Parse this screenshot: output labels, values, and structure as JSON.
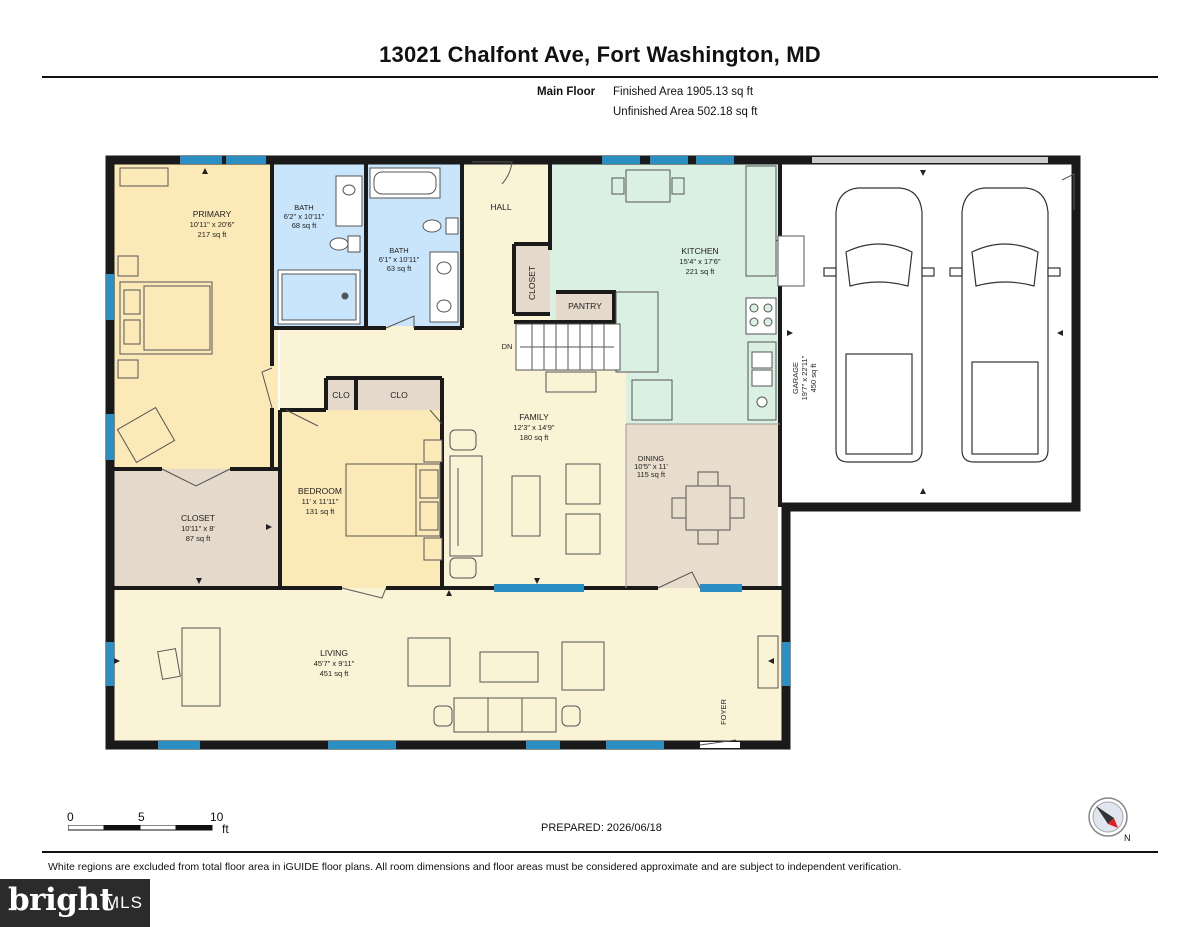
{
  "header": {
    "address": "13021 Chalfont Ave, Fort Washington, MD",
    "floor_label": "Main Floor",
    "finished_area": "Finished Area 1905.13 sq ft",
    "unfinished_area": "Unfinished Area 502.18 sq ft"
  },
  "rooms": {
    "primary": {
      "name": "PRIMARY",
      "dims": "10'11\" x 20'6\"",
      "area": "217 sq ft"
    },
    "bath1": {
      "name": "BATH",
      "dims": "6'2\" x 10'11\"",
      "area": "68 sq ft"
    },
    "bath2": {
      "name": "BATH",
      "dims": "6'1\" x 10'11\"",
      "area": "63 sq ft"
    },
    "hall": {
      "name": "HALL"
    },
    "closet_small": {
      "name": "CLOSET"
    },
    "pantry": {
      "name": "PANTRY"
    },
    "kitchen": {
      "name": "KITCHEN",
      "dims": "15'4\" x 17'6\"",
      "area": "221 sq ft"
    },
    "garage": {
      "name": "GARAGE",
      "dims": "19'7\" x 22'11\"",
      "area": "450 sq ft"
    },
    "dn": {
      "name": "DN"
    },
    "clo1": {
      "name": "CLO"
    },
    "clo2": {
      "name": "CLO"
    },
    "family": {
      "name": "FAMILY",
      "dims": "12'3\" x 14'9\"",
      "area": "180 sq ft"
    },
    "dining": {
      "name": "DINING",
      "dims": "10'5\" x 11'",
      "area": "115 sq ft"
    },
    "bedroom": {
      "name": "BEDROOM",
      "dims": "11' x 11'11\"",
      "area": "131 sq ft"
    },
    "closet": {
      "name": "CLOSET",
      "dims": "10'11\" x 8'",
      "area": "87 sq ft"
    },
    "living": {
      "name": "LIVING",
      "dims": "45'7\" x 9'11\"",
      "area": "451 sq ft"
    },
    "foyer": {
      "name": "FOYER"
    }
  },
  "scale": {
    "ticks": [
      "0",
      "5",
      "10"
    ],
    "unit": "ft"
  },
  "prepared": "PREPARED: 2026/06/18",
  "compass_label": "N",
  "disclaimer": "White regions are excluded from total floor area in iGUIDE floor plans. All room dimensions and floor areas must be considered approximate and are subject to independent verification.",
  "watermark": {
    "main": "bright",
    "sub": "MLS"
  },
  "colors": {
    "wall": "#1a1a1a",
    "window": "#2c8fc4",
    "primary_fill": "#fbe9b7",
    "bath_fill": "#c9e5fb",
    "kitchen_fill": "#d9f0e3",
    "closet_fill": "#e4d9ca",
    "living_fill": "#fbf3d5",
    "garage_fill": "#ffffff",
    "furniture_stroke": "#555555"
  }
}
